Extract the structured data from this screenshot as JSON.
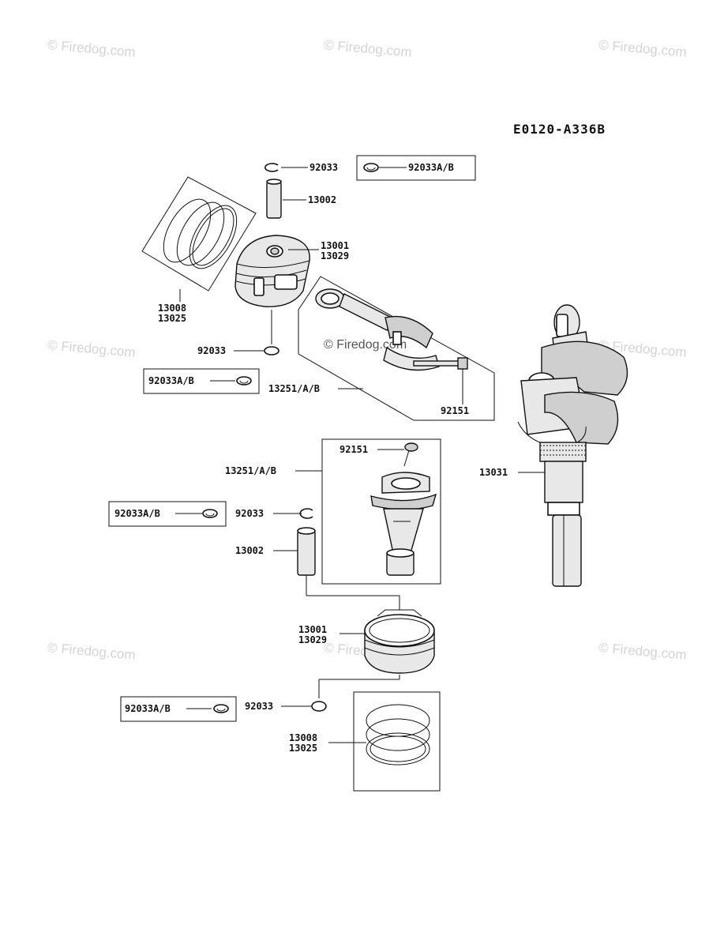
{
  "diagram_code": "E0120-A336B",
  "watermark": "© Firedog.com",
  "labels": {
    "snap_ring_top": "92033",
    "snap_ring_set_top": "92033A/B",
    "pin_top": "13002",
    "piston_top": "13001\n13029",
    "rings_top": "13008\n13025",
    "snap_ring_mid": "92033",
    "snap_ring_set_mid": "92033A/B",
    "rod_top": "13251/A/B",
    "bolt_top": "92151",
    "bolt_bottom": "92151",
    "rod_bottom": "13251/A/B",
    "crankshaft": "13031",
    "snap_ring_set_low": "92033A/B",
    "snap_ring_low": "92033",
    "pin_bottom": "13002",
    "piston_bottom": "13001\n13029",
    "snap_ring_set_bottom": "92033A/B",
    "snap_ring_bottom": "92033",
    "rings_bottom": "13008\n13025"
  }
}
